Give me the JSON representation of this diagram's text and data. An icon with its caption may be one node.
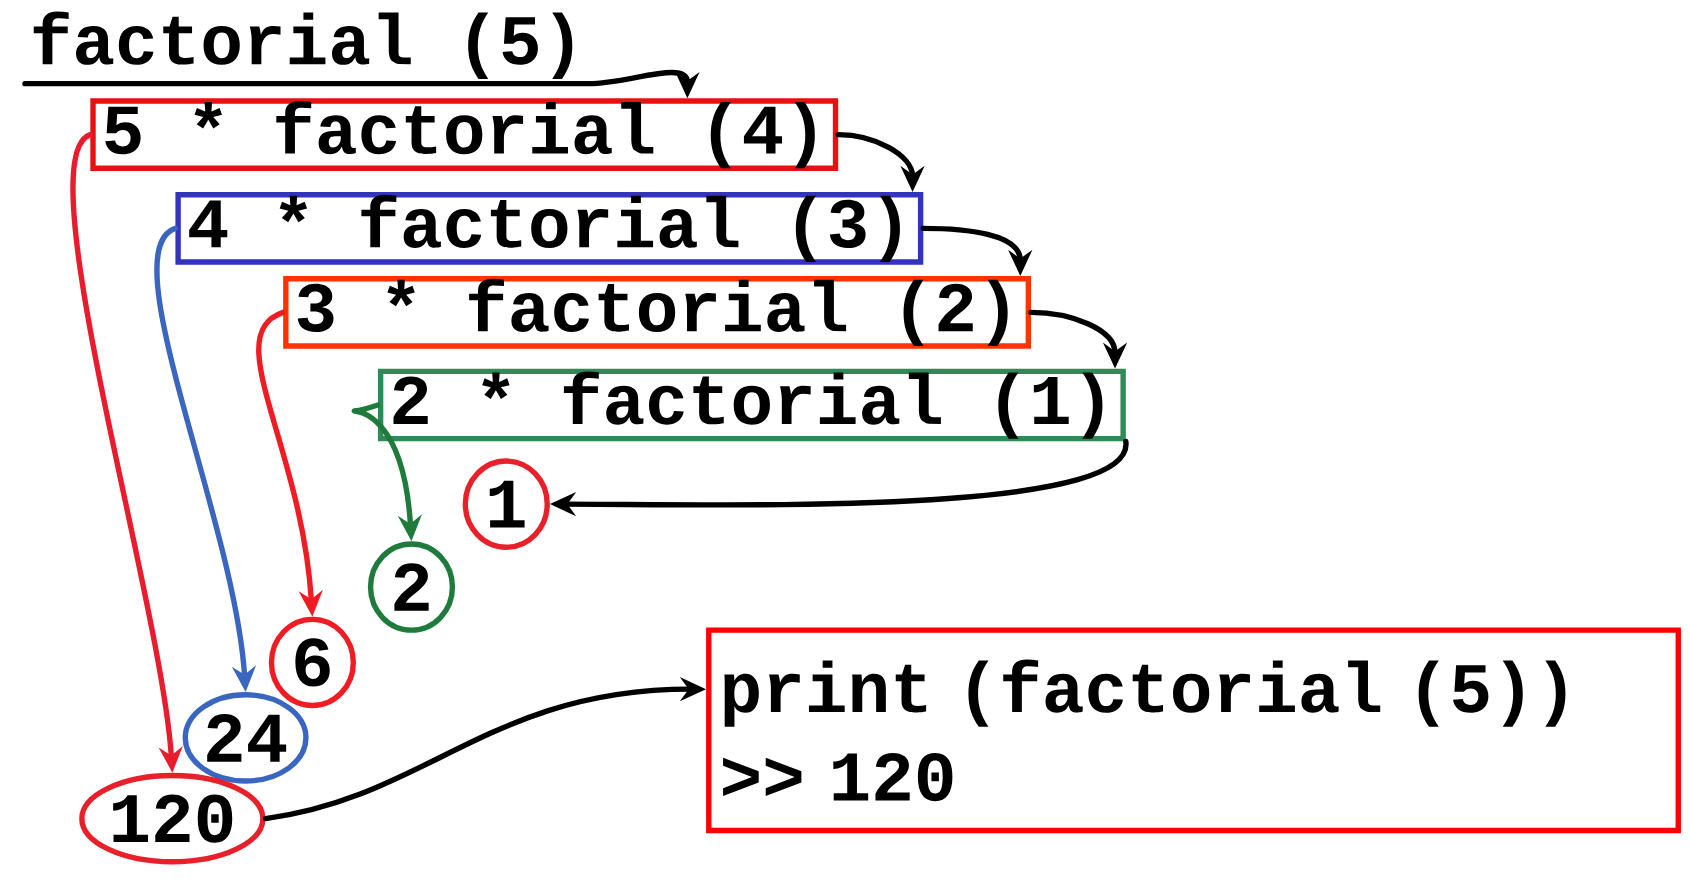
{
  "diagram": {
    "nodes": [
      {
        "text": [
          "factorial (5)"
        ]
      },
      {
        "text": [
          "5 * factorial (4)"
        ]
      },
      {
        "text": [
          "4 * factorial (3)"
        ]
      },
      {
        "text": [
          "3 * factorial (2)"
        ]
      },
      {
        "text": [
          "2 * factorial (1)"
        ]
      },
      {
        "text": [
          "1"
        ]
      },
      {
        "text": [
          "2"
        ]
      },
      {
        "text": [
          "6"
        ]
      },
      {
        "text": [
          "24"
        ]
      },
      {
        "text": [
          "120"
        ]
      },
      {
        "text": [
          "print (factorial (5))",
          ">> 120"
        ]
      }
    ],
    "edges": [
      {
        "from": 0,
        "to": 1,
        "arrow": "to"
      },
      {
        "from": 1,
        "to": 2,
        "arrow": "to"
      },
      {
        "from": 2,
        "to": 3,
        "arrow": "to"
      },
      {
        "from": 3,
        "to": 4,
        "arrow": "to"
      },
      {
        "from": 4,
        "to": 5,
        "arrow": "to"
      },
      {
        "from": 4,
        "to": 6,
        "arrow": "to",
        "color": "#1e7b3c"
      },
      {
        "from": 3,
        "to": 7,
        "arrow": "to",
        "color": "#f01c24"
      },
      {
        "from": 2,
        "to": 8,
        "arrow": "to",
        "color": "#3a66c0"
      },
      {
        "from": 1,
        "to": 9,
        "arrow": "to",
        "color": "#e81c2c"
      },
      {
        "from": 9,
        "to": 10,
        "arrow": "to"
      }
    ]
  }
}
